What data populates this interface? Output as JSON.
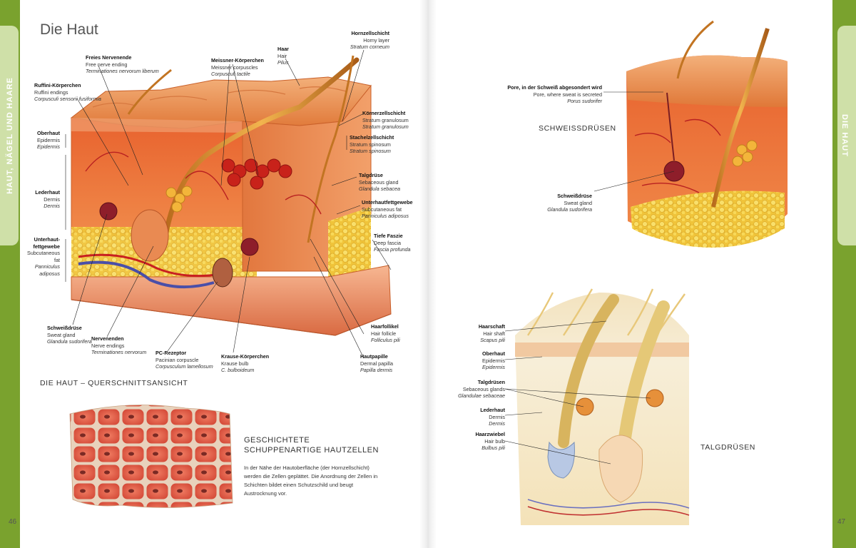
{
  "left_page": {
    "title": "Die Haut",
    "tab_label": "HAUT, NÄGEL UND HAARE",
    "page_number": "46",
    "section_cross": "DIE HAUT – QUERSCHNITTSANSICHT",
    "cells_heading": "GESCHICHTETE SCHUPPENARTIGE HAUTZELLEN",
    "cells_body": "In der Nähe der Hautoberfläche (der Hornzellschicht) werden die Zellen geplättet. Die Anordnung der Zellen in Schichten bildet einen Schutzschild und beugt Austrocknung vor.",
    "labels": {
      "freies": {
        "de": "Freies Nervenende",
        "en": "Free nerve ending",
        "la": "Terminationes nervorum liberum"
      },
      "ruffini": {
        "de": "Ruffini-Körperchen",
        "en": "Ruffini endings",
        "la": "Corpusculi sensorii fusiformia"
      },
      "oberhaut": {
        "de": "Oberhaut",
        "en": "Epidermis",
        "la": "Epidermis"
      },
      "lederhaut": {
        "de": "Lederhaut",
        "en": "Dermis",
        "la": "Dermis"
      },
      "unterhaut": {
        "de1": "Unterhaut-",
        "de2": "fettgewebe",
        "en1": "Subcutaneous",
        "en2": "fat",
        "la1": "Panniculus",
        "la2": "adiposus"
      },
      "schweiss": {
        "de": "Schweißdrüse",
        "en": "Sweat gland",
        "la": "Glandula sudorifera"
      },
      "nervenenden": {
        "de": "Nervenenden",
        "en": "Nerve endings",
        "la": "Terminationes nervorum"
      },
      "pc": {
        "de": "PC-Rezeptor",
        "en": "Pacinian corpuscle",
        "la": "Corpusculum lamellosum"
      },
      "krause": {
        "de": "Krause-Körperchen",
        "en": "Krause bulb",
        "la": "C. bulboideum"
      },
      "meissner": {
        "de": "Meissner-Körperchen",
        "en": "Meissner corpuscles",
        "la": "Corpusculi tactile"
      },
      "haar": {
        "de": "Haar",
        "en": "Hair",
        "la": "Pilus"
      },
      "horn": {
        "de": "Hornzellschicht",
        "en": "Horny layer",
        "la": "Stratum corneum"
      },
      "koerner": {
        "de": "Körnerzellschicht",
        "en": "Stratum granulosum",
        "la": "Stratum granulosum"
      },
      "stachel": {
        "de": "Stachelzellschicht",
        "en": "Stratum spinosum",
        "la": "Stratum spinosum"
      },
      "talg": {
        "de": "Talgdrüse",
        "en": "Sebaceous gland",
        "la": "Glandula sebacea"
      },
      "unterhautfett": {
        "de": "Unterhautfettgewebe",
        "en": "Subcutaneous fat",
        "la": "Panniculus adiposus"
      },
      "faszie": {
        "de": "Tiefe Faszie",
        "en": "Deep fascia",
        "la": "Fascia profunda"
      },
      "follikel": {
        "de": "Haarfollikel",
        "en": "Hair follicle",
        "la": "Folliculus pili"
      },
      "papille": {
        "de": "Hautpapille",
        "en": "Dermal papilla",
        "la": "Papilla dermis"
      }
    }
  },
  "right_page": {
    "tab_label": "DIE HAUT",
    "page_number": "47",
    "section_sweat": "SCHWEISSDRÜSEN",
    "section_sebum": "TALGDRÜSEN",
    "labels": {
      "pore": {
        "de": "Pore, in der Schweiß abgesondert wird",
        "en": "Pore, where sweat is secreted",
        "la": "Porus sudorifer"
      },
      "schweiss": {
        "de": "Schweißdrüse",
        "en": "Sweat gland",
        "la": "Glandula sudorifera"
      },
      "haarschaft": {
        "de": "Haarschaft",
        "en": "Hair shaft",
        "la": "Scapus pili"
      },
      "oberhaut": {
        "de": "Oberhaut",
        "en": "Epidermis",
        "la": "Epidermis"
      },
      "talgdruesen": {
        "de": "Talgdrüsen",
        "en": "Sebaceous glands",
        "la": "Glandulae sebaceae"
      },
      "lederhaut": {
        "de": "Lederhaut",
        "en": "Dermis",
        "la": "Dermis"
      },
      "haarzwiebel": {
        "de": "Haarzwiebel",
        "en": "Hair bulb",
        "la": "Bulbus pili"
      }
    }
  },
  "colors": {
    "tab_green": "#7aa22e",
    "tab_light": "#cfe0a8",
    "skin": "#e8763e",
    "fat": "#f3d046"
  }
}
